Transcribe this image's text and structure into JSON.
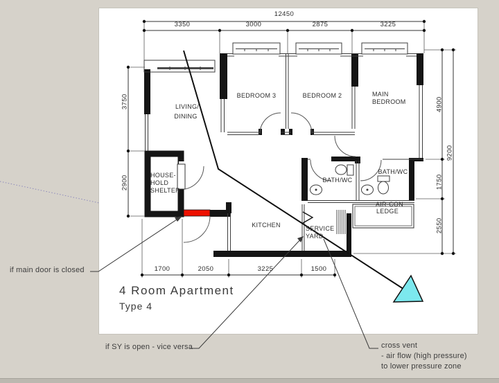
{
  "plan": {
    "title": [
      "4 Room Apartment",
      "Type 4"
    ],
    "rooms": {
      "living": [
        "LIVING/",
        "DINING"
      ],
      "bedroom3": "BEDROOM 3",
      "bedroom2": "BEDROOM 2",
      "main_bedroom": [
        "MAIN",
        "BEDROOM"
      ],
      "household_shelter": [
        "HOUSE-",
        "HOLD",
        "SHELTER"
      ],
      "kitchen": "KITCHEN",
      "service_yard": [
        "SERVICE",
        "YARD"
      ],
      "bath_wc_1": "BATH/WC",
      "bath_wc_2": "BATH/WC",
      "aircon_ledge": [
        "AIR-CON",
        "LEDGE"
      ]
    },
    "dims": {
      "top_total": "12450",
      "top_segments": [
        "3350",
        "3000",
        "2875",
        "3225"
      ],
      "left_segments": [
        "3750",
        "2900"
      ],
      "right_segments": [
        "4900",
        "1750",
        "2550"
      ],
      "right_total": "9200",
      "bottom_segments": [
        "1700",
        "2050",
        "3225",
        "1500"
      ]
    }
  },
  "annotations": {
    "main_door": "if main door is closed",
    "service_yard": "if SY is open - vice versa",
    "cross_vent": [
      "cross vent",
      "- air flow (high pressure)",
      "to lower pressure zone"
    ]
  },
  "colors": {
    "background": "#d6d2ca",
    "sheet": "#ffffff",
    "wall": "#151515",
    "door_highlight": "#ee1000",
    "arrow_fill": "#7ce8ee"
  }
}
